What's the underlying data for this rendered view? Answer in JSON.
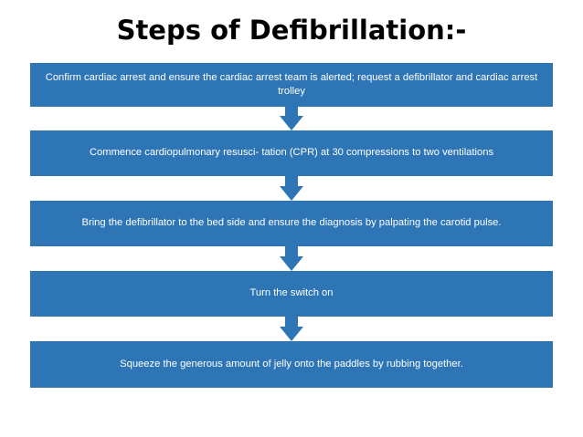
{
  "title": "Steps of Defibrillation:-",
  "colors": {
    "step_fill": "#2e75b6",
    "arrow_fill": "#2e75b6",
    "text": "#ffffff"
  },
  "steps": [
    {
      "text": "Confirm cardiac arrest and ensure the cardiac arrest team is alerted; request a defibrillator and cardiac arrest trolley"
    },
    {
      "text": "Commence cardiopulmonary resusci- tation (CPR) at 30 compressions to two ventilations"
    },
    {
      "text": "Bring the defibrillator to the bed side and ensure the diagnosis by palpating the carotid pulse."
    },
    {
      "text": "Turn the switch on"
    },
    {
      "text": "Squeeze the generous amount of jelly onto the paddles by rubbing together."
    }
  ]
}
